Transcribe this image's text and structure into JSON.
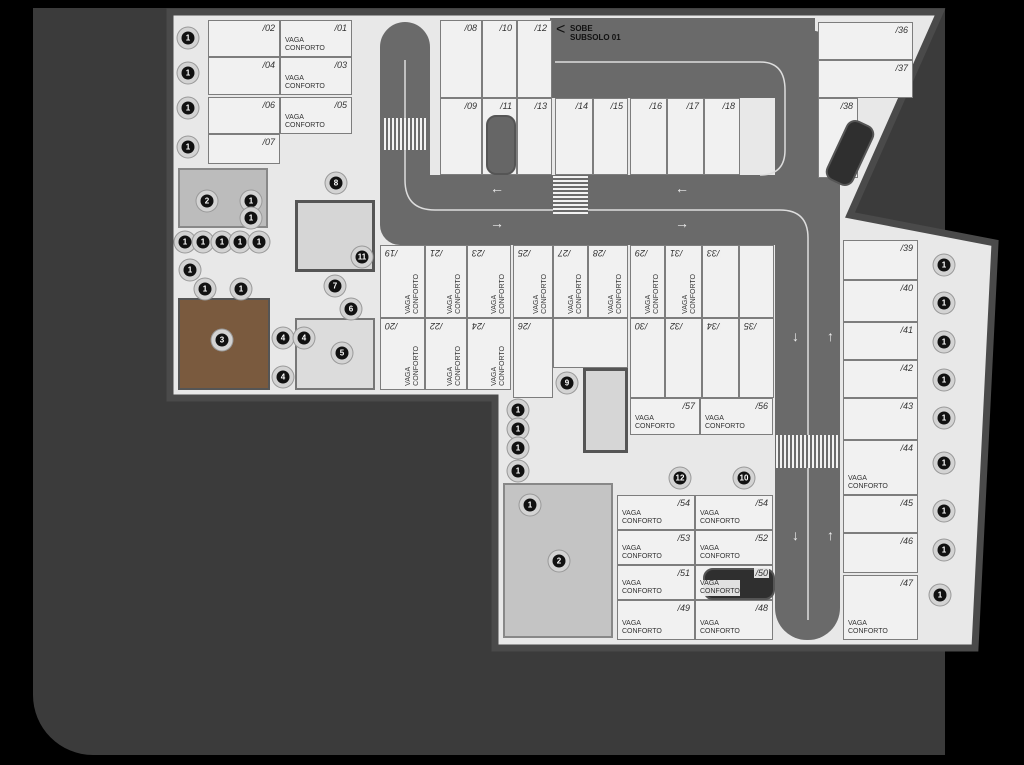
{
  "ramp": {
    "chevron": "<",
    "line1": "SOBE",
    "line2": "SUBSOLO 01"
  },
  "comfort_label": {
    "line1": "VAGA",
    "line2": "CONFORTO"
  },
  "arrows": {
    "left": "←",
    "right": "→",
    "down": "↓",
    "up": "↑"
  },
  "spaces": [
    {
      "number": "/01",
      "comfort": true
    },
    {
      "number": "/02",
      "comfort": false
    },
    {
      "number": "/03",
      "comfort": true
    },
    {
      "number": "/04",
      "comfort": false
    },
    {
      "number": "/05",
      "comfort": true
    },
    {
      "number": "/06",
      "comfort": false
    },
    {
      "number": "/07",
      "comfort": false
    },
    {
      "number": "/08",
      "comfort": false
    },
    {
      "number": "/10",
      "comfort": false
    },
    {
      "number": "/12",
      "comfort": false
    },
    {
      "number": "/09",
      "comfort": false
    },
    {
      "number": "/11",
      "comfort": false
    },
    {
      "number": "/13",
      "comfort": false
    },
    {
      "number": "/14",
      "comfort": false
    },
    {
      "number": "/15",
      "comfort": false
    },
    {
      "number": "/16",
      "comfort": false
    },
    {
      "number": "/17",
      "comfort": false
    },
    {
      "number": "/18",
      "comfort": false
    },
    {
      "number": "/36",
      "comfort": false
    },
    {
      "number": "/37",
      "comfort": false
    },
    {
      "number": "/38",
      "comfort": false
    },
    {
      "number": "/19",
      "comfort": true
    },
    {
      "number": "/21",
      "comfort": true
    },
    {
      "number": "/23",
      "comfort": true
    },
    {
      "number": "/25",
      "comfort": true
    },
    {
      "number": "/27",
      "comfort": true
    },
    {
      "number": "/28",
      "comfort": true
    },
    {
      "number": "/29",
      "comfort": true
    },
    {
      "number": "/31",
      "comfort": true
    },
    {
      "number": "/33",
      "comfort": false
    },
    {
      "number": "",
      "comfort": false
    },
    {
      "number": "/20",
      "comfort": true
    },
    {
      "number": "/22",
      "comfort": true
    },
    {
      "number": "/24",
      "comfort": true
    },
    {
      "number": "/26",
      "comfort": false
    },
    {
      "number": "",
      "comfort": false
    },
    {
      "number": "/30",
      "comfort": false
    },
    {
      "number": "/32",
      "comfort": false
    },
    {
      "number": "/34",
      "comfort": false
    },
    {
      "number": "/35",
      "comfort": false
    },
    {
      "number": "/39",
      "comfort": false
    },
    {
      "number": "/40",
      "comfort": false
    },
    {
      "number": "/41",
      "comfort": false
    },
    {
      "number": "/42",
      "comfort": false
    },
    {
      "number": "/43",
      "comfort": false
    },
    {
      "number": "/44",
      "comfort": true
    },
    {
      "number": "/45",
      "comfort": false
    },
    {
      "number": "/46",
      "comfort": false
    },
    {
      "number": "/47",
      "comfort": true
    },
    {
      "number": "/57",
      "comfort": true
    },
    {
      "number": "/56",
      "comfort": true
    },
    {
      "number": "/54",
      "comfort": true
    },
    {
      "number": "/54",
      "comfort": true
    },
    {
      "number": "/53",
      "comfort": true
    },
    {
      "number": "/52",
      "comfort": true
    },
    {
      "number": "/51",
      "comfort": true
    },
    {
      "number": "/50",
      "comfort": true
    },
    {
      "number": "/49",
      "comfort": true
    },
    {
      "number": "/48",
      "comfort": true
    }
  ],
  "badges": [
    "1",
    "1",
    "1",
    "1",
    "1",
    "1",
    "1",
    "1",
    "1",
    "1",
    "1",
    "1",
    "1",
    "1",
    "1",
    "1",
    "1",
    "1",
    "1",
    "1",
    "1",
    "1",
    "1",
    "1",
    "1",
    "1",
    "1",
    "1",
    "2",
    "2",
    "3",
    "4",
    "4",
    "4",
    "5",
    "6",
    "7",
    "8",
    "9",
    "10",
    "11",
    "12"
  ],
  "colors": {
    "ground": "#3b3b3b",
    "floor": "#e8e8e8",
    "road": "#6a6a6a",
    "wall": "#4a4a4a",
    "wood": "#7a5a3e"
  }
}
